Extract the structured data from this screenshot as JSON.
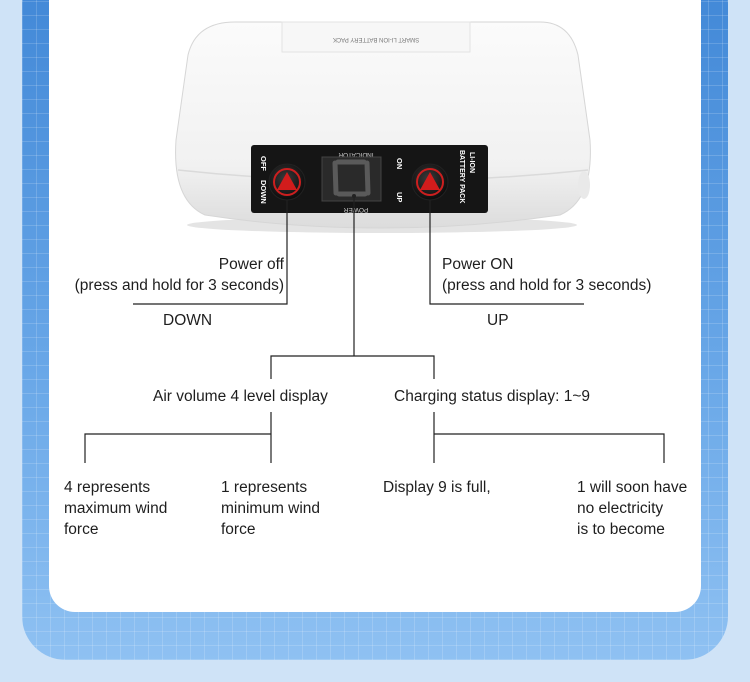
{
  "device": {
    "top_label": "SMART LI-ION BATTERY PACK",
    "button_left_top": "OFF",
    "button_left_bottom": "DOWN",
    "indicator_label": "INDICATOR",
    "display_digit": "0",
    "power_label": "POWER",
    "button_right_top": "ON",
    "button_right_bottom": "UP",
    "brand_line1": "LI-ION",
    "brand_line2": "BATTERY PACK"
  },
  "labels": {
    "power_off": "Power off\n(press and hold for 3 seconds)",
    "down": "DOWN",
    "power_on": "Power ON\n(press and hold for 3 seconds)",
    "up": "UP",
    "air_volume": "Air volume 4 level display",
    "charging_status": "Charging status display: 1~9",
    "four_represents": "4 represents\nmaximum wind\nforce",
    "one_represents": "1 represents\nminimum wind\nforce",
    "display_nine": "Display 9 is full,",
    "one_will": "1 will soon have\nno electricity\nis to become"
  }
}
